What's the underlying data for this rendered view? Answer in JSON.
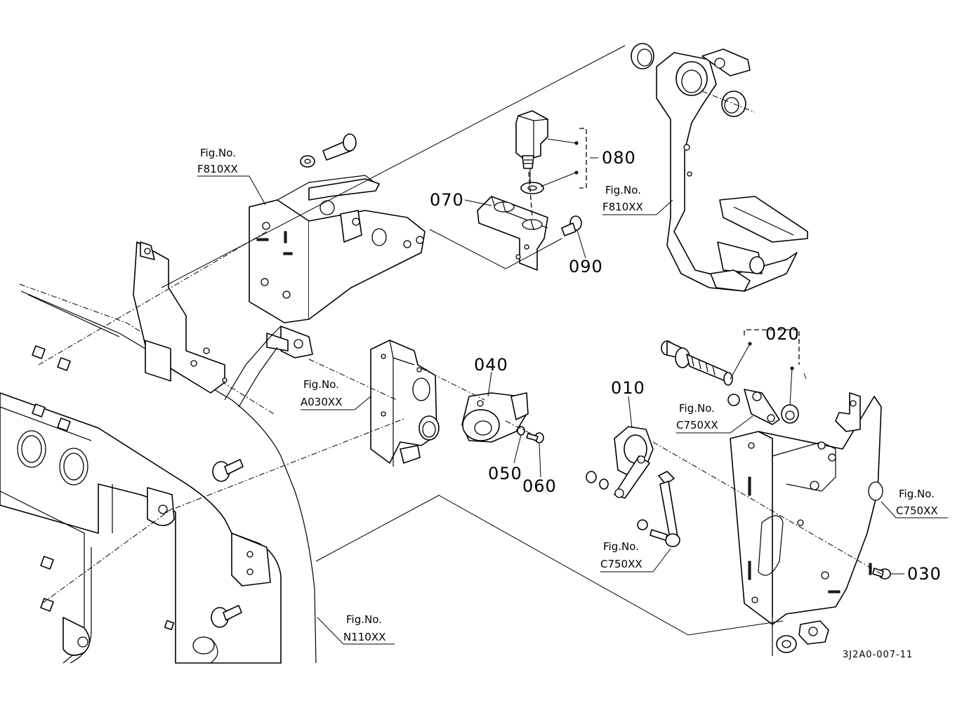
{
  "part_labels": {
    "p010": "010",
    "p020": "020",
    "p030": "030",
    "p040": "040",
    "p050": "050",
    "p060": "060",
    "p070": "070",
    "p080": "080",
    "p090": "090"
  },
  "figure_refs": {
    "f810_left": {
      "prefix": "Fig.No.",
      "number": "F810XX"
    },
    "f810_right": {
      "prefix": "Fig.No.",
      "number": "F810XX"
    },
    "a030": {
      "prefix": "Fig.No.",
      "number": "A030XX"
    },
    "c750_upper": {
      "prefix": "Fig.No.",
      "number": "C750XX"
    },
    "c750_right": {
      "prefix": "Fig.No.",
      "number": "C750XX"
    },
    "c750_lower": {
      "prefix": "Fig.No.",
      "number": "C750XX"
    },
    "n110": {
      "prefix": "Fig.No.",
      "number": "N110XX"
    }
  },
  "drawing_code": "3J2A0-007-11"
}
